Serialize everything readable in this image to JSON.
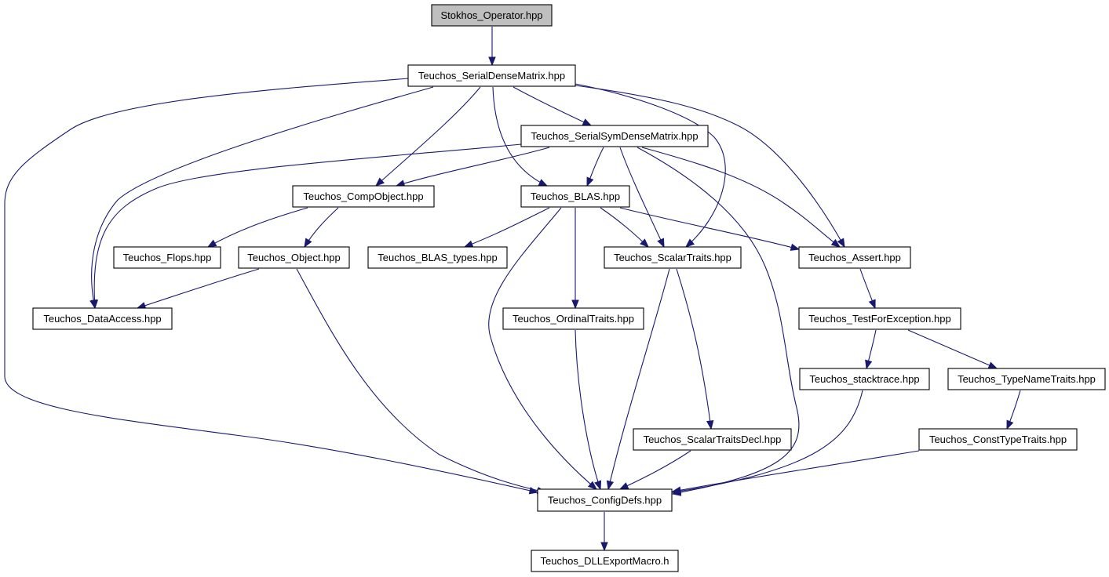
{
  "diagram": {
    "colors": {
      "background": "#ffffff",
      "node_fill": "#ffffff",
      "root_fill": "#bfbfbf",
      "node_border": "#000000",
      "edge": "#191970"
    },
    "nodes": [
      {
        "id": "stokhos_operator",
        "label": "Stokhos_Operator.hpp",
        "root": true
      },
      {
        "id": "serial_dense_matrix",
        "label": "Teuchos_SerialDenseMatrix.hpp"
      },
      {
        "id": "serial_sym_dense_matrix",
        "label": "Teuchos_SerialSymDenseMatrix.hpp"
      },
      {
        "id": "comp_object",
        "label": "Teuchos_CompObject.hpp"
      },
      {
        "id": "blas",
        "label": "Teuchos_BLAS.hpp"
      },
      {
        "id": "flops",
        "label": "Teuchos_Flops.hpp"
      },
      {
        "id": "object",
        "label": "Teuchos_Object.hpp"
      },
      {
        "id": "blas_types",
        "label": "Teuchos_BLAS_types.hpp"
      },
      {
        "id": "scalar_traits",
        "label": "Teuchos_ScalarTraits.hpp"
      },
      {
        "id": "assert",
        "label": "Teuchos_Assert.hpp"
      },
      {
        "id": "data_access",
        "label": "Teuchos_DataAccess.hpp"
      },
      {
        "id": "ordinal_traits",
        "label": "Teuchos_OrdinalTraits.hpp"
      },
      {
        "id": "test_for_exception",
        "label": "Teuchos_TestForException.hpp"
      },
      {
        "id": "stacktrace",
        "label": "Teuchos_stacktrace.hpp"
      },
      {
        "id": "type_name_traits",
        "label": "Teuchos_TypeNameTraits.hpp"
      },
      {
        "id": "scalar_traits_decl",
        "label": "Teuchos_ScalarTraitsDecl.hpp"
      },
      {
        "id": "const_type_traits",
        "label": "Teuchos_ConstTypeTraits.hpp"
      },
      {
        "id": "config_defs",
        "label": "Teuchos_ConfigDefs.hpp"
      },
      {
        "id": "dll_export_macro",
        "label": "Teuchos_DLLExportMacro.h"
      }
    ],
    "edges": [
      {
        "from": "stokhos_operator",
        "to": "serial_dense_matrix"
      },
      {
        "from": "serial_dense_matrix",
        "to": "config_defs"
      },
      {
        "from": "serial_dense_matrix",
        "to": "data_access"
      },
      {
        "from": "serial_dense_matrix",
        "to": "comp_object"
      },
      {
        "from": "serial_dense_matrix",
        "to": "blas"
      },
      {
        "from": "serial_dense_matrix",
        "to": "serial_sym_dense_matrix"
      },
      {
        "from": "serial_dense_matrix",
        "to": "scalar_traits"
      },
      {
        "from": "serial_dense_matrix",
        "to": "assert"
      },
      {
        "from": "serial_sym_dense_matrix",
        "to": "data_access"
      },
      {
        "from": "serial_sym_dense_matrix",
        "to": "comp_object"
      },
      {
        "from": "serial_sym_dense_matrix",
        "to": "blas"
      },
      {
        "from": "serial_sym_dense_matrix",
        "to": "scalar_traits"
      },
      {
        "from": "serial_sym_dense_matrix",
        "to": "assert"
      },
      {
        "from": "serial_sym_dense_matrix",
        "to": "config_defs"
      },
      {
        "from": "comp_object",
        "to": "flops"
      },
      {
        "from": "comp_object",
        "to": "object"
      },
      {
        "from": "object",
        "to": "data_access"
      },
      {
        "from": "object",
        "to": "config_defs"
      },
      {
        "from": "blas",
        "to": "blas_types"
      },
      {
        "from": "blas",
        "to": "scalar_traits"
      },
      {
        "from": "blas",
        "to": "assert"
      },
      {
        "from": "blas",
        "to": "ordinal_traits"
      },
      {
        "from": "blas",
        "to": "config_defs"
      },
      {
        "from": "scalar_traits",
        "to": "config_defs"
      },
      {
        "from": "scalar_traits",
        "to": "scalar_traits_decl"
      },
      {
        "from": "assert",
        "to": "test_for_exception"
      },
      {
        "from": "test_for_exception",
        "to": "stacktrace"
      },
      {
        "from": "test_for_exception",
        "to": "type_name_traits"
      },
      {
        "from": "type_name_traits",
        "to": "const_type_traits"
      },
      {
        "from": "ordinal_traits",
        "to": "config_defs"
      },
      {
        "from": "stacktrace",
        "to": "config_defs"
      },
      {
        "from": "scalar_traits_decl",
        "to": "config_defs"
      },
      {
        "from": "const_type_traits",
        "to": "config_defs"
      },
      {
        "from": "config_defs",
        "to": "dll_export_macro"
      }
    ]
  }
}
